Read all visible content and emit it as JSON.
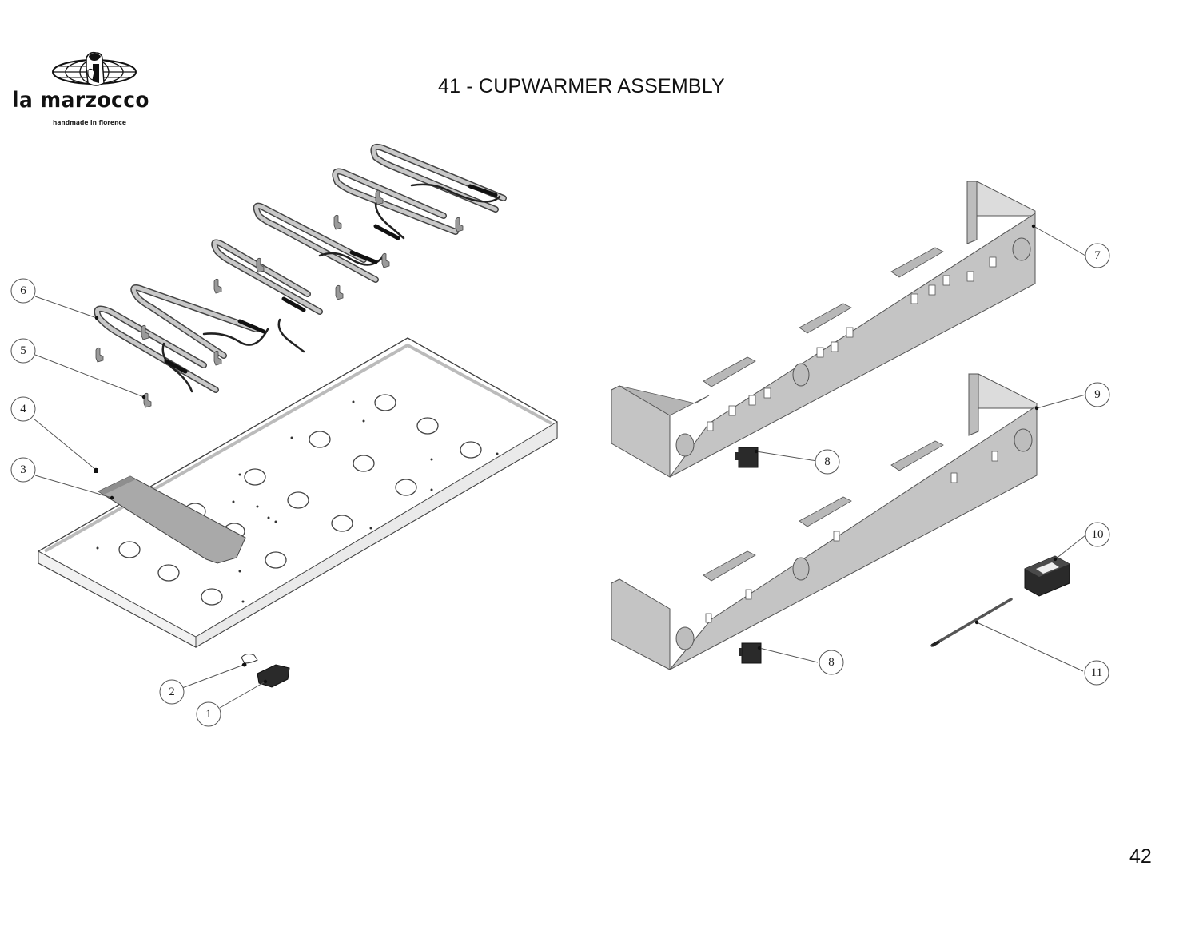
{
  "header": {
    "brand": "la marzocco",
    "tagline": "handmade in florence",
    "logo_icon": "lion-globe-icon",
    "title": "41 - CUPWARMER ASSEMBLY"
  },
  "footer": {
    "page_number": "42"
  },
  "diagram": {
    "colors": {
      "line": "#555555",
      "part_fill": "#c4c4c4",
      "part_dark": "#2a2a2a",
      "tray_fill": "#ffffff",
      "cover_fill": "#a9a9a9"
    },
    "callouts": [
      {
        "id": "1",
        "label": "1",
        "part": "switch"
      },
      {
        "id": "2",
        "label": "2",
        "part": "thermostat-clip"
      },
      {
        "id": "3",
        "label": "3",
        "part": "cover-plate"
      },
      {
        "id": "4",
        "label": "4",
        "part": "screw"
      },
      {
        "id": "5",
        "label": "5",
        "part": "bracket"
      },
      {
        "id": "6",
        "label": "6",
        "part": "heating-element"
      },
      {
        "id": "7",
        "label": "7",
        "part": "front-panel-upper"
      },
      {
        "id": "8a",
        "label": "8",
        "part": "rocker-switch"
      },
      {
        "id": "8b",
        "label": "8",
        "part": "rocker-switch"
      },
      {
        "id": "9",
        "label": "9",
        "part": "front-panel-lower"
      },
      {
        "id": "10",
        "label": "10",
        "part": "relay"
      },
      {
        "id": "11",
        "label": "11",
        "part": "probe"
      }
    ]
  }
}
